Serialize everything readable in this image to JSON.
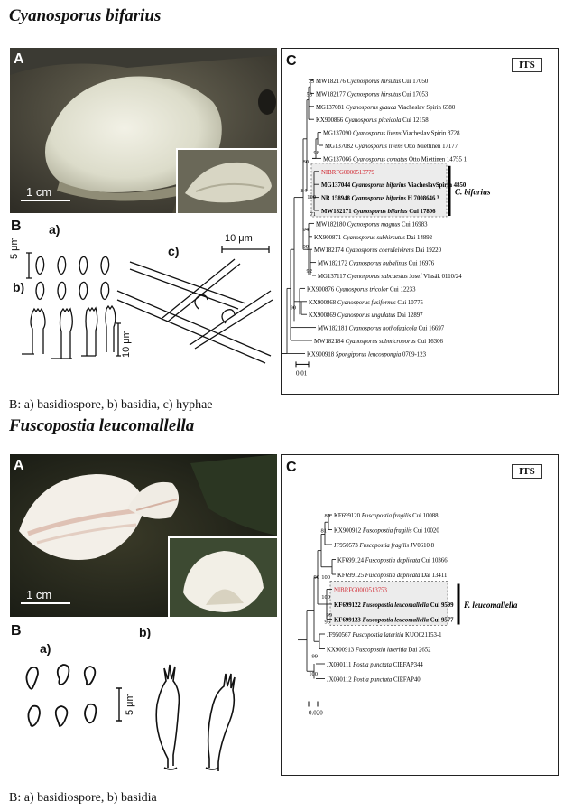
{
  "sections": [
    {
      "title": "Cyanosporus bifarius",
      "caption": "B: a) basidiospore, b) basidia, c) hyphae",
      "panels": {
        "A": "A",
        "B": "B",
        "C": "C"
      },
      "photo_scale": "1 cm",
      "drawing_labels": {
        "a": "a)",
        "b": "b)",
        "c": "c)"
      },
      "drawing_scales": [
        "5 μm",
        "10 μm",
        "10 μm"
      ],
      "badge": "ITS",
      "tree_scale": "0.01",
      "clade_label": "C. bifarius",
      "taxa": [
        {
          "acc": "MW182176",
          "name": "Cyanosporus hirsutus",
          "voucher": "Cui 17050",
          "style": "normal"
        },
        {
          "acc": "MW182177",
          "name": "Cyanosporus hirsutus",
          "voucher": "Cui 17053",
          "style": "normal"
        },
        {
          "acc": "MG137081",
          "name": "Cyanosporus glauca",
          "voucher": "Viacheslav Spirin 6580",
          "style": "normal"
        },
        {
          "acc": "KX900866",
          "name": "Cyanosporus piceicola",
          "voucher": "Cui 12158",
          "style": "normal"
        },
        {
          "acc": "MG137090",
          "name": "Cyanosporus livens",
          "voucher": "Viacheslav Spirin 8728",
          "style": "normal"
        },
        {
          "acc": "MG137082",
          "name": "Cyanosporus livens",
          "voucher": "Otto Miettinen 17177",
          "style": "normal"
        },
        {
          "acc": "MG137066",
          "name": "Cyanosporus comatus",
          "voucher": "Otto Miettinen 14755 1",
          "style": "normal"
        },
        {
          "acc": "NIBRFG0000513779",
          "name": "",
          "voucher": "",
          "style": "red"
        },
        {
          "acc": "MG137044",
          "name": "Cyanosporus bifarius",
          "voucher": "ViacheslavSpirin 4850",
          "style": "bold"
        },
        {
          "acc": "NR 158948",
          "name": "Cyanosporus bifarius",
          "voucher": "H 7008646 ᵀ",
          "style": "bold"
        },
        {
          "acc": "MW182171",
          "name": "Cyanosporus bifarius",
          "voucher": "Cui 17806",
          "style": "bold"
        },
        {
          "acc": "MW182180",
          "name": "Cyanosporus magnus",
          "voucher": "Cui 16983",
          "style": "normal"
        },
        {
          "acc": "KX900871",
          "name": "Cyanosporus subhirsutus",
          "voucher": "Dai 14892",
          "style": "normal"
        },
        {
          "acc": "MW182174",
          "name": "Cyanosporus coeruleivirens",
          "voucher": "Dai 19220",
          "style": "normal"
        },
        {
          "acc": "MW182172",
          "name": "Cyanosporus bubalinus",
          "voucher": "Cui 16976",
          "style": "normal"
        },
        {
          "acc": "MG137117",
          "name": "Cyanosporus subcaesius",
          "voucher": "Josef Vlasák 0110/24",
          "style": "normal"
        },
        {
          "acc": "KX900876",
          "name": "Cyanosporus tricolor",
          "voucher": "Cui 12233",
          "style": "normal"
        },
        {
          "acc": "KX900868",
          "name": "Cyanosporus fusiformis",
          "voucher": "Cui 10775",
          "style": "normal"
        },
        {
          "acc": "KX900869",
          "name": "Cyanosporus ungulatus",
          "voucher": "Dai 12897",
          "style": "normal"
        },
        {
          "acc": "MW182181",
          "name": "Cyanosporus nothofagicola",
          "voucher": "Cui 16697",
          "style": "normal"
        },
        {
          "acc": "MW182184",
          "name": "Cyanosporus submicroporus",
          "voucher": "Cui 16306",
          "style": "normal"
        },
        {
          "acc": "KX900918",
          "name": "Spongiporus leucospongia",
          "voucher": "0709-123",
          "style": "normal"
        }
      ],
      "support_values": [
        "75",
        "58",
        "98",
        "80",
        "84",
        "100",
        "71",
        "94",
        "99",
        "92",
        "90"
      ]
    },
    {
      "title": "Fuscopostia leucomallella",
      "caption": "B: a) basidiospore, b) basidia",
      "panels": {
        "A": "A",
        "B": "B",
        "C": "C"
      },
      "photo_scale": "1 cm",
      "drawing_labels": {
        "a": "a)",
        "b": "b)"
      },
      "drawing_scales": [
        "5 μm"
      ],
      "badge": "ITS",
      "tree_scale": "0.020",
      "clade_label": "F. leucomallella",
      "taxa": [
        {
          "acc": "KF699120",
          "name": "Fuscopostia fragilis",
          "voucher": "Cui 10088",
          "style": "normal"
        },
        {
          "acc": "KX900912",
          "name": "Fuscopostia fragilis",
          "voucher": "Cui 10020",
          "style": "normal"
        },
        {
          "acc": "JF950573",
          "name": "Fuscopostia fragilis",
          "voucher": "JV0610 8",
          "style": "normal"
        },
        {
          "acc": "KF699124",
          "name": "Fuscopostia duplicata",
          "voucher": "Cui 10366",
          "style": "normal"
        },
        {
          "acc": "KF699125",
          "name": "Fuscopostia duplicata",
          "voucher": "Dai 13411",
          "style": "normal"
        },
        {
          "acc": "NIBRFG0000513753",
          "name": "",
          "voucher": "",
          "style": "red"
        },
        {
          "acc": "KF699122",
          "name": "Fuscopostia leucomallella",
          "voucher": "Cui 9599",
          "style": "bold"
        },
        {
          "acc": "KF699123",
          "name": "Fuscopostia leucomallella",
          "voucher": "Cui 9577",
          "style": "bold"
        },
        {
          "acc": "JF950567",
          "name": "Fuscopostia lateritia",
          "voucher": "KUO021153-1",
          "style": "normal"
        },
        {
          "acc": "KX900913",
          "name": "Fuscopostia lateritia",
          "voucher": "Dai 2652",
          "style": "normal"
        },
        {
          "acc": "JX090111",
          "name": "Postia punctata",
          "voucher": "CIEFAP344",
          "style": "normal"
        },
        {
          "acc": "JX090112",
          "name": "Postia punctata",
          "voucher": "CIEFAP40",
          "style": "normal"
        }
      ],
      "support_values": [
        "89",
        "81",
        "90",
        "100",
        "100",
        "99",
        "95",
        "99",
        "100"
      ]
    }
  ]
}
